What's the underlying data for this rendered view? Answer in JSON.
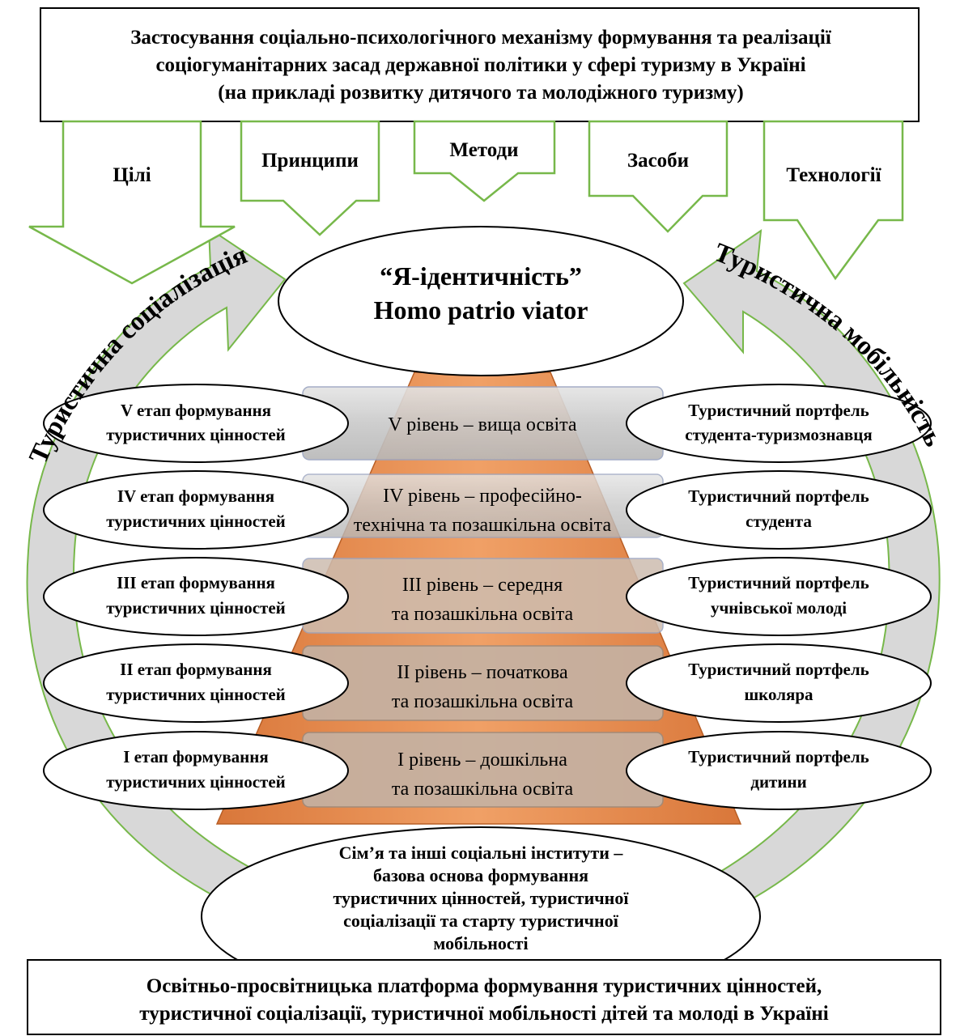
{
  "top_box": {
    "line1": "Застосування соціально-психологічного механізму формування та реалізації",
    "line2": "соціогуманітарних засад державної політики у сфері туризму в Україні",
    "line3": "(на прикладі розвитку дитячого та молодіжного туризму)"
  },
  "arrows": [
    "Цілі",
    "Принципи",
    "Методи",
    "Засоби",
    "Технології"
  ],
  "center": {
    "line1": "“Я-ідентичність”",
    "line2": "Homo patrio viator"
  },
  "arc_left": "Туристична соціалізація",
  "arc_right": "Туристична мобільність",
  "levels": [
    {
      "stage1": "V етап формування",
      "stage2": "туристичних цінностей",
      "level1": "V рівень – вища освіта",
      "level2": "",
      "portfolio1": "Туристичний портфель",
      "portfolio2": "студента-туризмознавця"
    },
    {
      "stage1": "IV етап формування",
      "stage2": "туристичних цінностей",
      "level1": "IV рівень – професійно-",
      "level2": "технічна та позашкільна освіта",
      "portfolio1": "Туристичний портфель",
      "portfolio2": "студента"
    },
    {
      "stage1": "III етап формування",
      "stage2": "туристичних цінностей",
      "level1": "III рівень – середня",
      "level2": "та позашкільна освіта",
      "portfolio1": "Туристичний портфель",
      "portfolio2": "учнівської молоді"
    },
    {
      "stage1": "II етап формування",
      "stage2": "туристичних цінностей",
      "level1": "II рівень – початкова",
      "level2": "та позашкільна освіта",
      "portfolio1": "Туристичний портфель",
      "portfolio2": "школяра"
    },
    {
      "stage1": "I етап формування",
      "stage2": "туристичних цінностей",
      "level1": "I рівень – дошкільна",
      "level2": "та позашкільна освіта",
      "portfolio1": "Туристичний портфель",
      "portfolio2": "дитини"
    }
  ],
  "family": {
    "line1": "Сім’я та інші соціальні інститути –",
    "line2": "базова основа формування",
    "line3": "туристичних цінностей, туристичної",
    "line4": "соціалізації та старту туристичної",
    "line5": "мобільності"
  },
  "bottom_box": {
    "line1": "Освітньо-просвітницька платформа формування туристичних цінностей,",
    "line2": "туристичної соціалізації, туристичної мобільності дітей та молоді в Україні"
  },
  "colors": {
    "arrow": "#77b84a",
    "pyramid": "#e8894b",
    "band": "#c8bdb0",
    "arc": "#d4d4d4"
  }
}
